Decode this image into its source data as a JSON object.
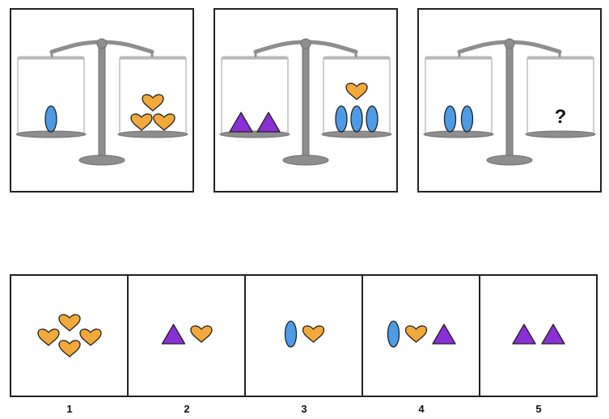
{
  "palette": {
    "heart": "#f0a93a",
    "triangle": "#8b2fd6",
    "oval": "#4d9be6",
    "outline": "#222222",
    "scale_gray": "#8e8e8e"
  },
  "icons": {
    "oval": "blue-oval-icon",
    "heart": "orange-heart-icon",
    "triangle": "purple-triangle-icon",
    "question": "question-mark"
  },
  "scales": [
    {
      "left": [
        "oval"
      ],
      "right": [
        "heart",
        "heart",
        "heart"
      ],
      "right_text": ""
    },
    {
      "left": [
        "triangle",
        "triangle"
      ],
      "right": [
        "oval",
        "oval",
        "oval",
        "heart"
      ],
      "right_text": ""
    },
    {
      "left": [
        "oval",
        "oval"
      ],
      "right": [],
      "right_text": "?"
    }
  ],
  "options": [
    {
      "number": "1",
      "items": [
        "heart",
        "heart",
        "heart",
        "heart"
      ]
    },
    {
      "number": "2",
      "items": [
        "triangle",
        "heart"
      ]
    },
    {
      "number": "3",
      "items": [
        "oval",
        "heart"
      ]
    },
    {
      "number": "4",
      "items": [
        "oval",
        "heart",
        "triangle"
      ]
    },
    {
      "number": "5",
      "items": [
        "triangle",
        "triangle"
      ]
    }
  ]
}
